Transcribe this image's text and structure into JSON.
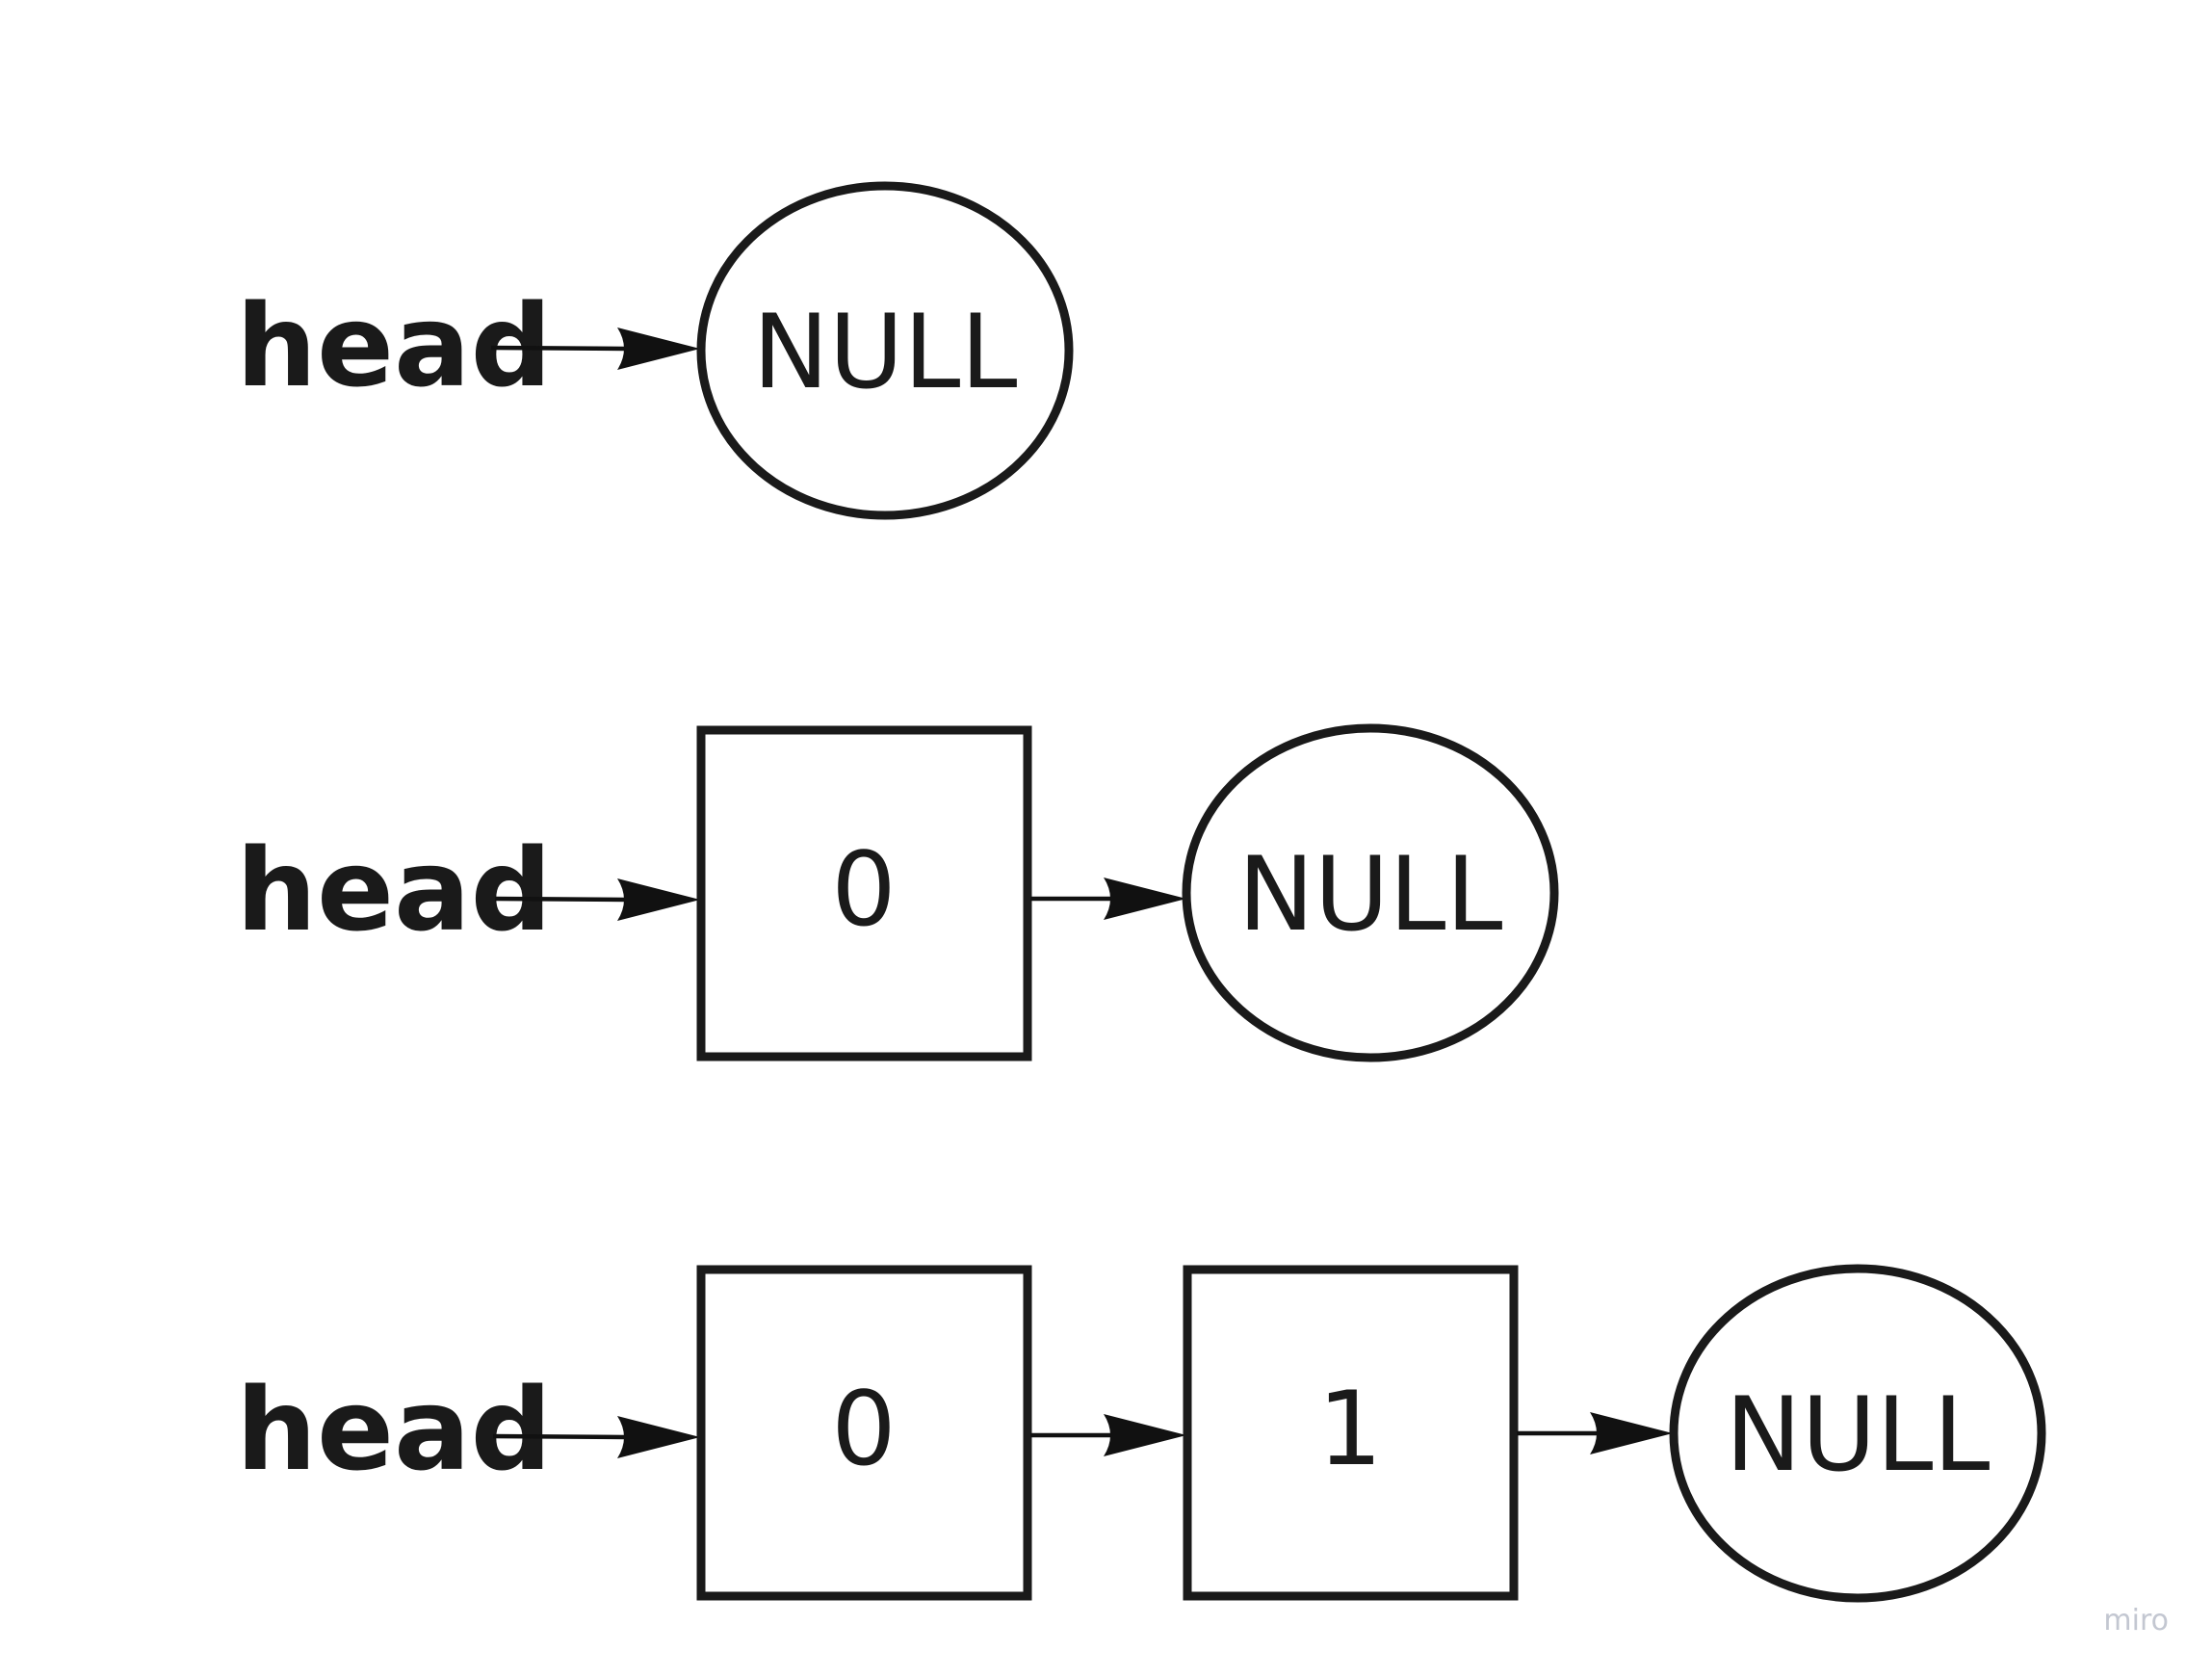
{
  "rows": [
    {
      "head_label": "head",
      "nodes": [],
      "null_label": "NULL"
    },
    {
      "head_label": "head",
      "nodes": [
        "0"
      ],
      "null_label": "NULL"
    },
    {
      "head_label": "head",
      "nodes": [
        "0",
        "1"
      ],
      "null_label": "NULL"
    }
  ],
  "watermark": "miro",
  "colors": {
    "stroke": "#1a1a1a",
    "background": "#ffffff",
    "watermark": "#c3c7d1"
  }
}
